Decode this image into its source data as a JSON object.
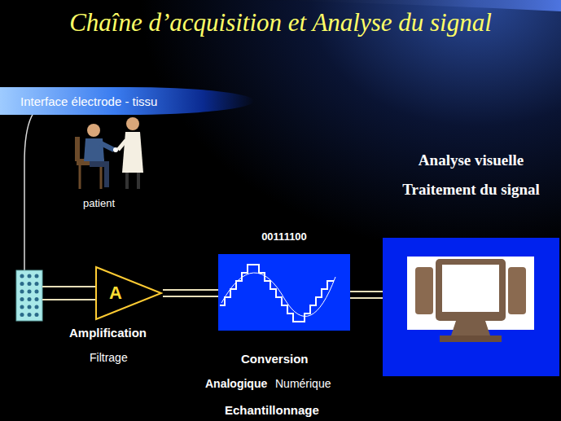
{
  "diagram": {
    "title": "Chaîne d’acquisition et Analyse du signal",
    "nodes": [
      {
        "text": [
          "Interface électrode - tissu"
        ]
      },
      {
        "text": [
          "A"
        ]
      },
      {
        "text": [
          "00111100"
        ]
      },
      {
        "text": [
          "Analyse visuelle",
          "Traitement du signal"
        ]
      }
    ],
    "edges": [
      {
        "from": 1,
        "to": 2,
        "arrow": "none"
      },
      {
        "from": 2,
        "to": 3,
        "arrow": "none"
      }
    ],
    "labels": [
      "patient",
      "Amplification",
      "Filtrage",
      "Conversion",
      "Analogique",
      "Numérique",
      "Echantillonnage"
    ]
  }
}
